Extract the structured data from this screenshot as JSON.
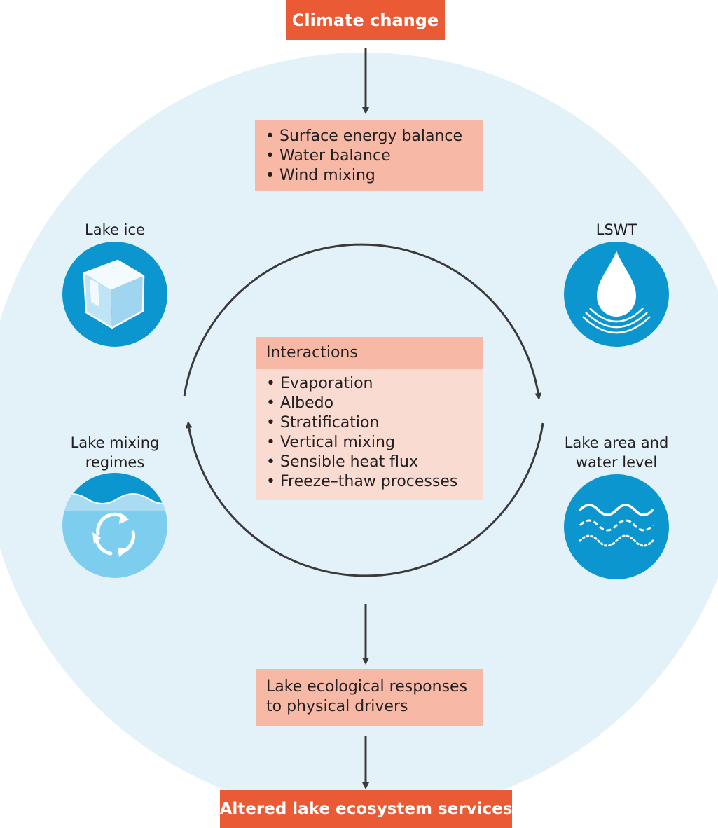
{
  "top_box": {
    "label": "Climate change"
  },
  "drivers": {
    "items": [
      "Surface energy balance",
      "Water balance",
      "Wind mixing"
    ]
  },
  "interactions": {
    "header": "Interactions",
    "items": [
      "Evaporation",
      "Albedo",
      "Stratification",
      "Vertical mixing",
      "Sensible heat flux",
      "Freeze–thaw processes"
    ]
  },
  "nodes": {
    "lake_ice": {
      "label": "Lake ice",
      "icon": "ice-cube-icon"
    },
    "lswt": {
      "label": "LSWT",
      "icon": "water-drop-icon"
    },
    "mixing": {
      "label_line1": "Lake mixing",
      "label_line2": "regimes",
      "icon": "mixing-icon"
    },
    "area": {
      "label_line1": "Lake area and",
      "label_line2": "water level",
      "icon": "water-level-icon"
    }
  },
  "ecology_box": {
    "line1": "Lake ecological responses",
    "line2": "to physical drivers"
  },
  "bottom_box": {
    "label": "Altered lake ecosystem services"
  },
  "colors": {
    "orange": "#ea5a35",
    "pink_box": "#f7b9a6",
    "pink_light": "#fadbd2",
    "background_circle": "#e3f2f8",
    "icon_blue": "#0b96cf",
    "arrow": "#3a3a3a"
  }
}
